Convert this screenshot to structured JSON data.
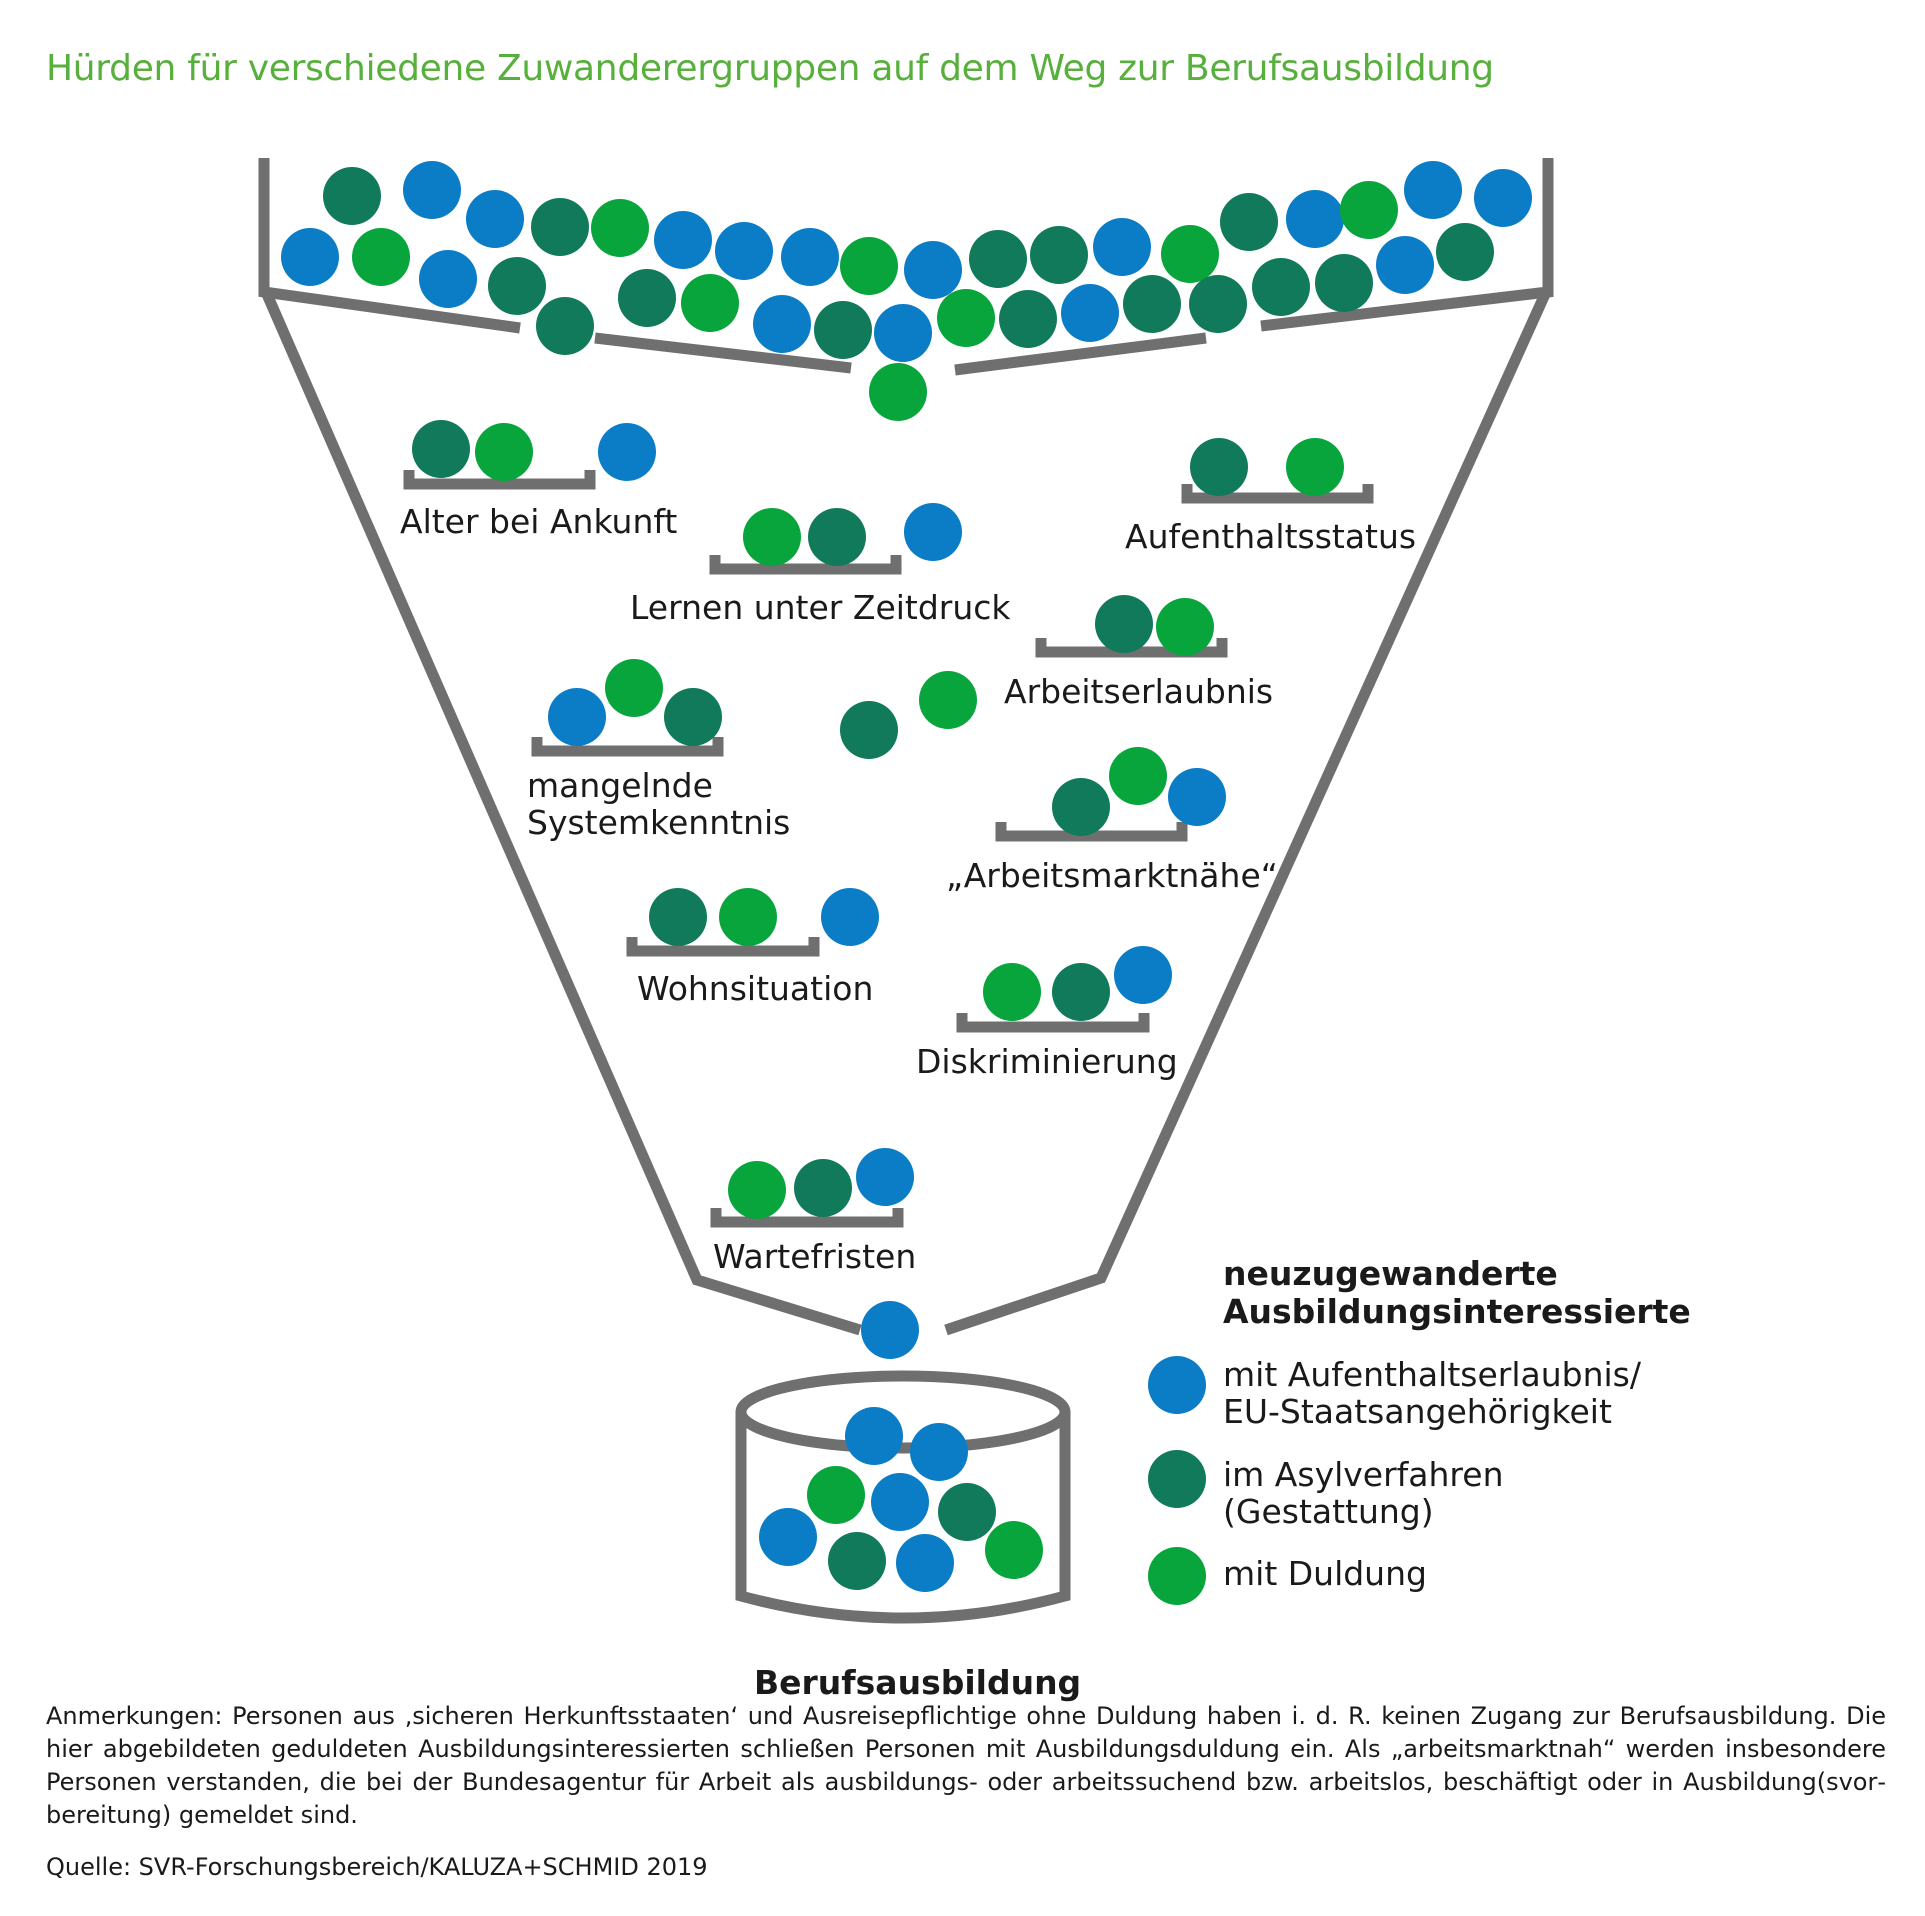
{
  "title": "Hürden für verschiedene Zuwanderergruppen auf dem Weg zur Berufsausbildung",
  "colors": {
    "blue": "#0b7dc6",
    "dark_green": "#117a5a",
    "green": "#08a53c",
    "outline": "#6f6f6f",
    "title": "#58b03c"
  },
  "hurdles": [
    {
      "label": "Alter bei Ankunft"
    },
    {
      "label": "Lernen unter Zeitdruck"
    },
    {
      "label": "Aufenthaltsstatus"
    },
    {
      "label": "Arbeitserlaubnis"
    },
    {
      "label": "mangelnde",
      "label2": "Systemkenntnis"
    },
    {
      "label": "„Arbeitsmarktnähe“"
    },
    {
      "label": "Wohnsituation"
    },
    {
      "label": "Diskriminierung"
    },
    {
      "label": "Wartefristen"
    }
  ],
  "destination": "Berufsausbildung",
  "legend": {
    "title_line1": "neuzugewanderte",
    "title_line2": "Ausbildungsinteressierte",
    "items": [
      {
        "color": "blue",
        "line1": "mit Aufenthaltserlaubnis/",
        "line2": "EU-Staatsangehörigkeit"
      },
      {
        "color": "dark_green",
        "line1": "im Asylverfahren",
        "line2": "(Gestattung)"
      },
      {
        "color": "green",
        "line1": "mit Duldung",
        "line2": ""
      }
    ]
  },
  "notes": "Anmerkungen: Personen aus ‚sicheren Herkunftsstaaten‘ und Ausreisepflichtige ohne Duldung haben i. d. R. keinen Zugang zur Berufsausbildung. Die hier abgebildeten geduldeten Ausbildungsinteressierten schließen Personen mit Ausbildungsduldung ein. Als „arbeitsmarktnah“ werden insbesondere Personen verstanden, die bei der Bundesagentur für Arbeit als ausbildungs- oder arbeitssuchend bzw. arbeitslos, beschäftigt oder in Ausbildung(svor­bereitung) gemeldet sind.",
  "source": "Quelle: SVR-Forschungsbereich/KALUZA+SCHMID 2019"
}
